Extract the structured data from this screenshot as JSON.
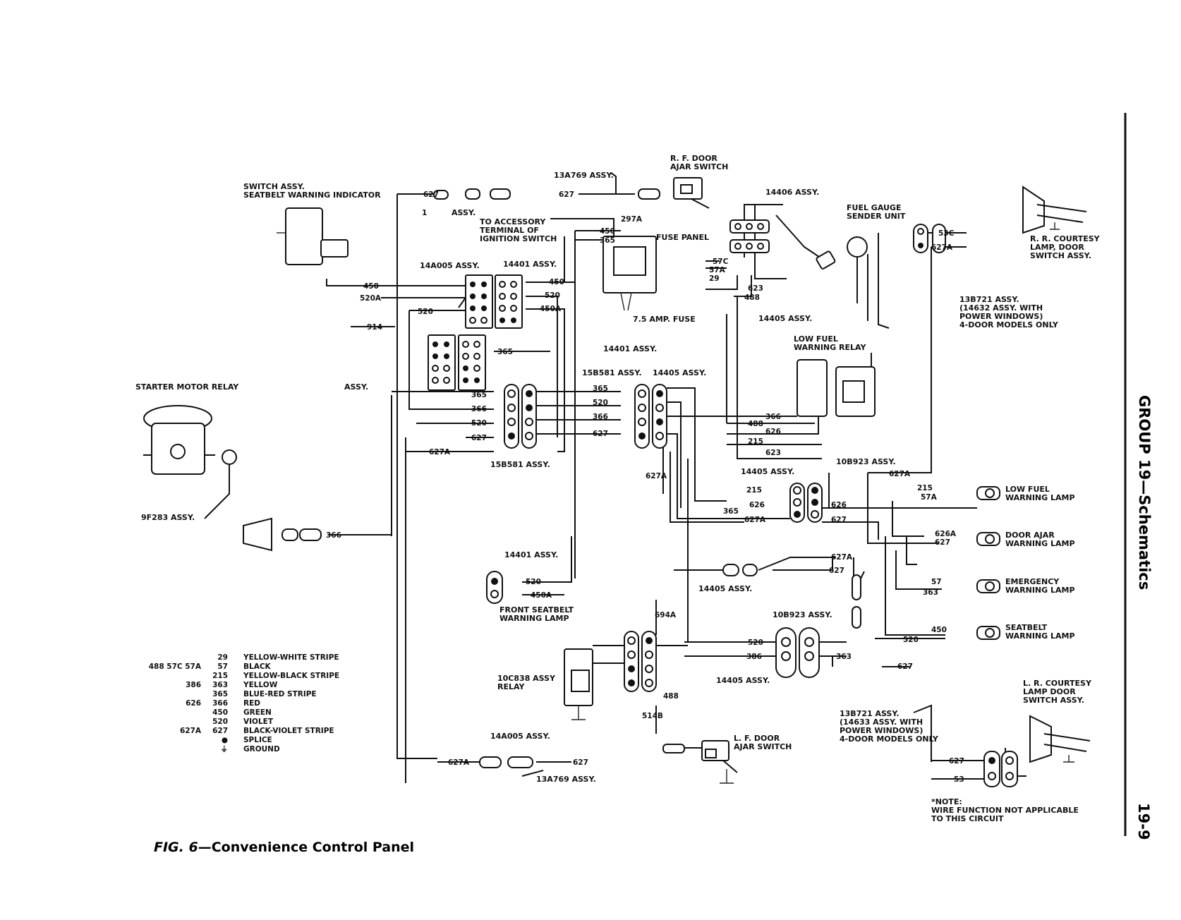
{
  "side_header": "GROUP 19—Schematics",
  "page_number": "19-9",
  "caption": {
    "fig": "FIG. 6",
    "title": "—Convenience Control Panel"
  },
  "components": {
    "rf_door_switch": "R. F. DOOR\nAJAR SWITCH",
    "rf_connector_assy": "13A769 ASSY.",
    "seatbelt_switch": "SWITCH ASSY.\nSEATBELT WARNING INDICATOR",
    "assy_small": "ASSY.",
    "accessory": "TO ACCESSORY\nTERMINAL OF\nIGNITION SWITCH",
    "fuse_panel": "FUSE PANEL",
    "fuse": "7.5 AMP. FUSE",
    "assy_14406": "14406 ASSY.",
    "fuel_gauge": "FUEL GAUGE\nSENDER UNIT",
    "rr_courtesy": "R. R. COURTESY\nLAMP, DOOR\nSWITCH ASSY.",
    "rr_harness_note": "13B721 ASSY.\n(14632 ASSY. WITH\nPOWER WINDOWS)\n4-DOOR MODELS ONLY",
    "assy_14a005_top": "14A005 ASSY.",
    "assy_14401_top": "14401 ASSY.",
    "assy_14401_mid": "14401 ASSY.",
    "assy_14405_mid": "14405 ASSY.",
    "low_fuel_relay": "LOW FUEL\nWARNING RELAY",
    "starter_relay": "STARTER MOTOR RELAY",
    "assy_left": "ASSY.",
    "assy_15b581_a": "15B581 ASSY.",
    "assy_14405_b": "14405 ASSY.",
    "assy_15b581_b": "15B581 ASSY.",
    "assy_9f283": "9F283 ASSY.",
    "assy_14405_c": "14405 ASSY.",
    "assy_10b923_a": "10B923 ASSY.",
    "low_fuel_lamp": "LOW FUEL\nWARNING LAMP",
    "door_ajar_lamp": "DOOR AJAR\nWARNING LAMP",
    "emergency_lamp": "EMERGENCY\nWARNING LAMP",
    "seatbelt_lamp": "SEATBELT\nWARNING LAMP",
    "assy_14401_low": "14401 ASSY.",
    "front_seatbelt_lamp": "FRONT SEATBELT\nWARNING LAMP",
    "assy_14405_d": "14405 ASSY.",
    "assy_10b923_b": "10B923 ASSY.",
    "relay_10c838": "10C838 ASSY\nRELAY",
    "assy_14405_e": "14405 ASSY.",
    "lr_courtesy": "L. R. COURTESY\nLAMP DOOR\nSWITCH ASSY.",
    "lr_harness_note": "13B721 ASSY.\n(14633 ASSY. WITH\nPOWER WINDOWS)\n4-DOOR MODELS ONLY",
    "assy_14a005_bottom": "14A005 ASSY.",
    "assy_13a769_bottom": "13A769 ASSY.",
    "lf_door_switch": "L. F. DOOR\nAJAR SWITCH",
    "note": "*NOTE:\nWIRE FUNCTION NOT APPLICABLE\nTO THIS CIRCUIT"
  },
  "legend": [
    {
      "alt": "",
      "code": "29",
      "color": "YELLOW-WHITE STRIPE"
    },
    {
      "alt": "488 57C  57A",
      "code": "57",
      "color": "BLACK"
    },
    {
      "alt": "",
      "code": "215",
      "color": "YELLOW-BLACK STRIPE"
    },
    {
      "alt": "386",
      "code": "363",
      "color": "YELLOW"
    },
    {
      "alt": "",
      "code": "365",
      "color": "BLUE-RED STRIPE"
    },
    {
      "alt": "626",
      "code": "366",
      "color": "RED"
    },
    {
      "alt": "",
      "code": "450",
      "color": "GREEN"
    },
    {
      "alt": "",
      "code": "520",
      "color": "VIOLET"
    },
    {
      "alt": "627A",
      "code": "627",
      "color": "BLACK-VIOLET STRIPE"
    },
    {
      "alt": "",
      "code": "●",
      "color": "SPLICE"
    },
    {
      "alt": "",
      "code": "⏚",
      "color": "GROUND"
    }
  ],
  "wires": {
    "w627_top": "627",
    "w627_top2": "627",
    "w1": "1",
    "w297a": "297A",
    "w450_fp": "450",
    "w365_fp": "365",
    "w57c": "57C",
    "w57a": "57A",
    "w29": "29",
    "w623": "623",
    "w488": "488",
    "w53c": "53C",
    "w627a_rr": "627A",
    "w450_l": "450",
    "w520a_l": "520A",
    "w520_l": "520",
    "w914": "914",
    "w450_r": "450",
    "w520_r": "520",
    "w450a_r": "450A",
    "w365_m": "365",
    "w365_c1": "365",
    "w366_c1": "366",
    "w520_c1": "520",
    "w627_c1": "627",
    "w627a_c1": "627A",
    "w365_c2": "365",
    "w520_c2": "520",
    "w366_c2": "366",
    "w627_c2": "627",
    "w627a_c2": "627A",
    "w366_r": "366",
    "w488_r": "488",
    "w626_r": "626",
    "w215_r": "215",
    "w623_r": "623",
    "w627a_r": "627A",
    "w215_b": "215",
    "w626_b": "626",
    "w365_b": "365",
    "w627a_b": "627A",
    "w626_b2": "626",
    "w627_b2": "627",
    "w215_l": "215",
    "w57a_l": "57A",
    "w626a_l": "626A",
    "w627_l": "627",
    "w57_l": "57",
    "w363_l": "363",
    "w450_l2": "450",
    "w520_l2": "520",
    "w627_l2": "627",
    "w627a_m": "627A",
    "w627_m": "627",
    "w366_start": "366",
    "w520_fs": "520",
    "w450a_fs": "450A",
    "w694a": "694A",
    "w520_10b": "520",
    "w386_10b": "386",
    "w363_10b": "363",
    "w488_rel": "488",
    "w514b": "514B",
    "w627a_bot": "627A",
    "w627_bot": "627",
    "w627_lr": "627",
    "w53_lr": "53"
  }
}
